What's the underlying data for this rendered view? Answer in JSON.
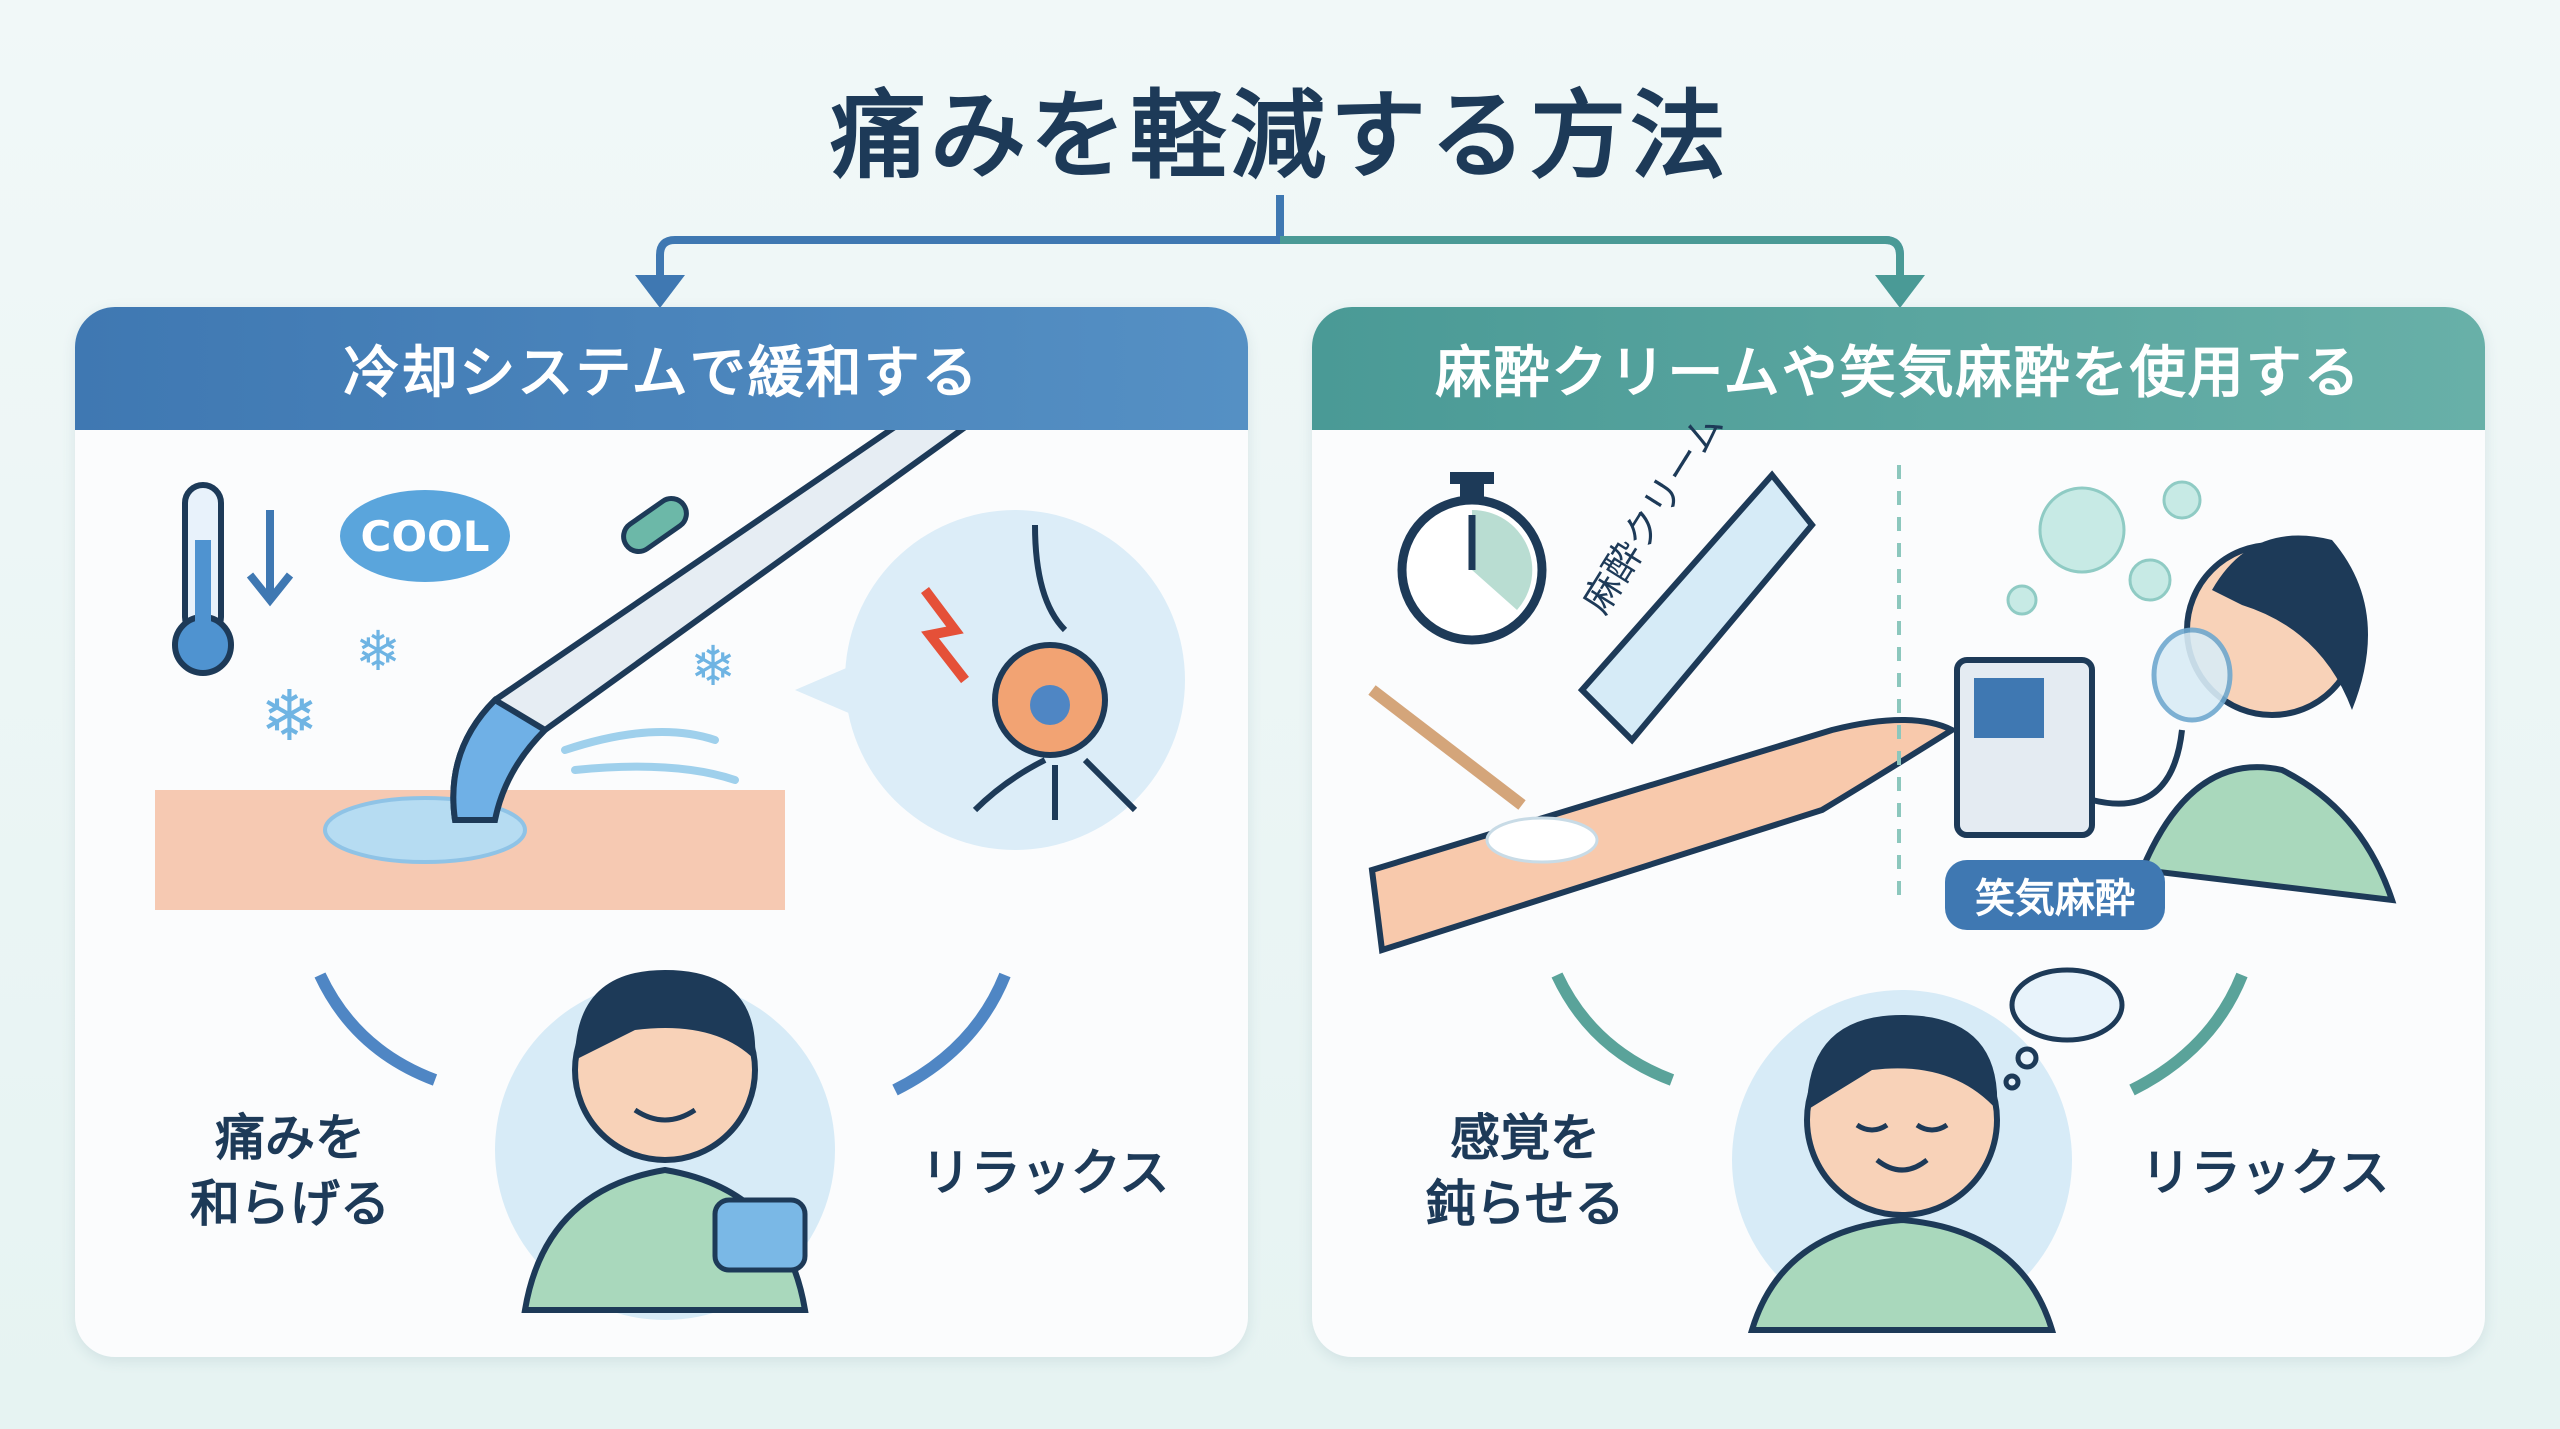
{
  "title": "痛みを軽減する方法",
  "left_panel": {
    "header": "冷却システムで緩和する",
    "cool_label": "COOL",
    "effect_1": [
      "痛みを",
      "和らげる"
    ],
    "effect_2": "リラックス"
  },
  "right_panel": {
    "header": "麻酔クリームや笑気麻酔を使用する",
    "tube_label": "麻酔クリーム",
    "gas_badge": "笑気麻酔",
    "effect_1": [
      "感覚を",
      "鈍らせる"
    ],
    "effect_2": "リラックス"
  },
  "colors": {
    "title": "#1d3a58",
    "left_header": "#3f78b2",
    "right_header": "#4a9a96"
  }
}
